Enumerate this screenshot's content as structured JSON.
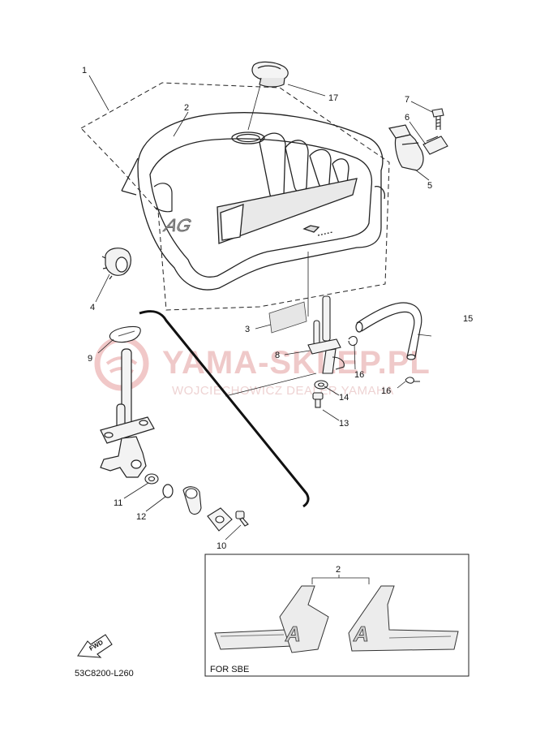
{
  "diagram": {
    "watermark": {
      "title": "YAMA-SKLEP.PL",
      "subtitle": "WOJCIECHOWICZ DEALER YAMAHA"
    },
    "callouts": {
      "c1": "1",
      "c2": "2",
      "c3": "3",
      "c4": "4",
      "c5": "5",
      "c6": "6",
      "c7": "7",
      "c8": "8",
      "c9": "9",
      "c10": "10",
      "c11": "11",
      "c12": "12",
      "c13": "13",
      "c14": "14",
      "c15": "15",
      "c16a": "16",
      "c16b": "16",
      "c17": "17"
    },
    "inset": {
      "label": "FOR SBE",
      "callout": "2"
    },
    "fwd_label": "FWD",
    "diagram_code": "53C8200-L260"
  }
}
